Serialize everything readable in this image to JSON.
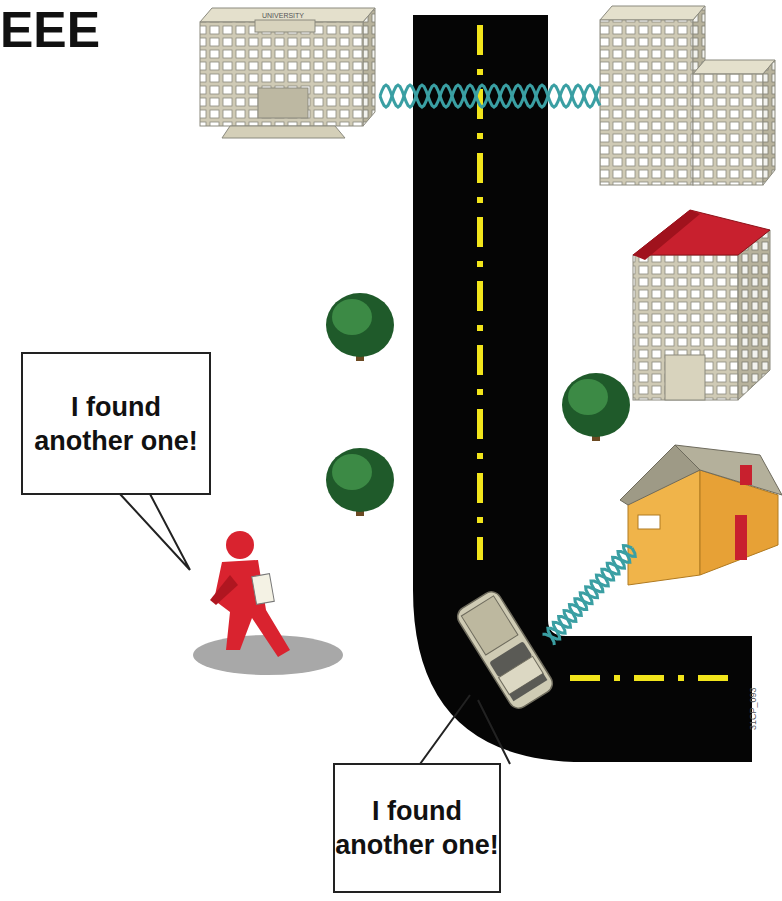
{
  "diagram": {
    "title": "EEE",
    "nodes": [
      {
        "text": [
          "I found another one!"
        ]
      },
      {
        "text": [
          "I found another one!"
        ]
      }
    ],
    "labels": [
      "UNIVERSITY",
      "31CP_093"
    ]
  }
}
